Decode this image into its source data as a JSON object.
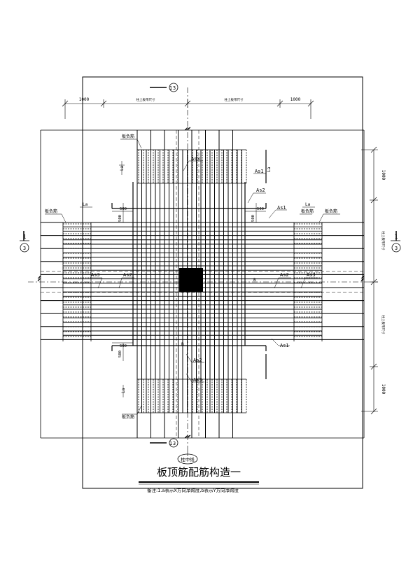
{
  "title": "板顶筋配筋构造一",
  "note": "备注:1.a表示X方向净跨度,b表示Y方向净跨度",
  "column_centerline": "柱中线",
  "section_marks": {
    "top": {
      "num": "1",
      "sheet": "3"
    },
    "bottom": {
      "num": "1",
      "sheet": "3"
    },
    "left": {
      "num": "1",
      "sheet": "3"
    },
    "right": {
      "num": "1",
      "sheet": "3"
    }
  },
  "dimensions": {
    "top_left_1000": "1000",
    "top_right_1000": "1000",
    "top_left_span": "柱上板带尺寸",
    "top_right_span": "柱上板带尺寸",
    "right_top_1000": "1000",
    "right_bottom_1000": "1000",
    "right_upper_span": "柱上板带尺寸",
    "right_lower_span": "柱上板带尺寸",
    "d500_ul_a": "500",
    "d500_ul_b": "500",
    "d500_ur_a": "500",
    "d500_ur_b": "500",
    "d500_ll_a": "500",
    "d500_ll_b": "500"
  },
  "labels": {
    "neg_top": "板负筋",
    "neg_left": "板负筋",
    "neg_right_a": "板负筋",
    "neg_right_b": "板负筋",
    "neg_bottom": "板负筋",
    "as3_top": "As3",
    "as1_top": "As1",
    "as2_top": "As2",
    "as1_right_top": "As1",
    "as3_left": "As3",
    "as2_left": "As2",
    "as2_right": "As2",
    "as3_right": "As3",
    "as1_bottom": "As1",
    "as2_bottom": "As2",
    "as3_bottom": "As3",
    "la_top": "La",
    "la_top_r": "La",
    "la_left": "La",
    "la_right": "La",
    "la_bottom": "La",
    "b_center_right": "B",
    "b_center_bottom": "B"
  }
}
